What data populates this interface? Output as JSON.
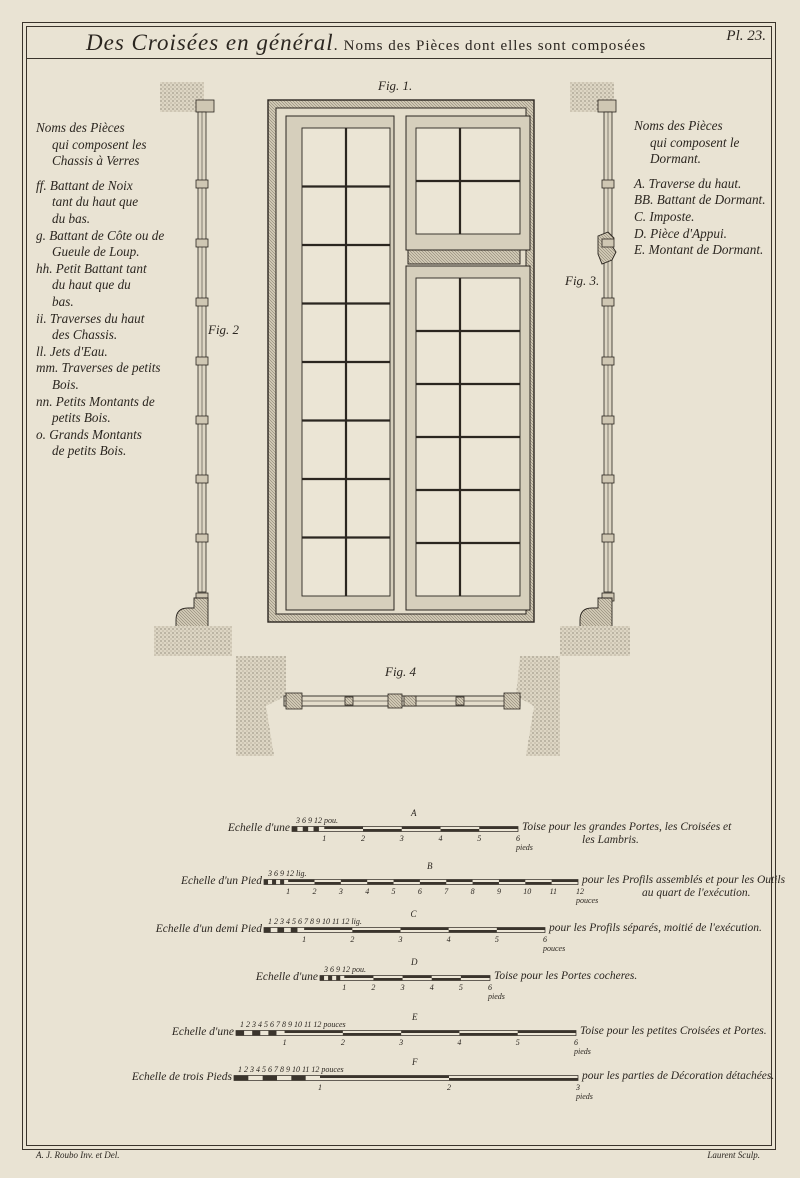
{
  "header": {
    "title": "Des Croisées en général",
    "subtitle": "Noms des Pièces dont elles sont composées",
    "plate_number": "Pl. 23."
  },
  "figures": {
    "fig1": "Fig. 1.",
    "fig2": "Fig. 2",
    "fig3": "Fig. 3.",
    "fig4": "Fig. 4"
  },
  "legend_left": {
    "heading": [
      "Noms des Pièces",
      "qui composent les",
      "Chassis à Verres"
    ],
    "items": [
      [
        "ff. Battant de Noix",
        "tant du haut que",
        "du bas."
      ],
      [
        "g. Battant de Côte ou de",
        "Gueule de Loup."
      ],
      [
        "hh. Petit Battant tant",
        "du haut que du",
        "bas."
      ],
      [
        "ii. Traverses du haut",
        "des Chassis."
      ],
      [
        "ll. Jets d'Eau."
      ],
      [
        "mm. Traverses de petits",
        "Bois."
      ],
      [
        "nn. Petits Montants de",
        "petits Bois."
      ],
      [
        "o. Grands Montants",
        "de petits Bois."
      ]
    ]
  },
  "legend_right": {
    "heading": [
      "Noms des Pièces",
      "qui composent le",
      "Dormant."
    ],
    "items": [
      "A. Traverse du haut.",
      "BB. Battant de Dormant.",
      "C. Imposte.",
      "D. Pièce d'Appui.",
      "E. Montant de Dormant."
    ]
  },
  "scales": [
    {
      "letter": "A",
      "label": "Echelle d'une",
      "sub": "3 6 9 12 pou.",
      "ticks": [
        "1",
        "2",
        "3",
        "4",
        "5",
        "6"
      ],
      "end_unit": "pieds",
      "desc": [
        "Toise pour les grandes Portes, les Croisées et",
        "les Lambris."
      ]
    },
    {
      "letter": "B",
      "label": "Echelle d'un Pied",
      "sub": "3 6 9 12 lig.",
      "ticks": [
        "1",
        "2",
        "3",
        "4",
        "5",
        "6",
        "7",
        "8",
        "9",
        "10",
        "11",
        "12"
      ],
      "end_unit": "pouces",
      "desc": [
        "pour les Profils assemblés et pour les Outils",
        "au quart de l'exécution."
      ]
    },
    {
      "letter": "C",
      "label": "Echelle d'un demi Pied",
      "sub": "1 2 3 4 5 6 7 8 9 10 11 12 lig.",
      "ticks": [
        "1",
        "2",
        "3",
        "4",
        "5",
        "6"
      ],
      "end_unit": "pouces",
      "desc": [
        "pour les Profils séparés, moitié de l'exécution."
      ]
    },
    {
      "letter": "D",
      "label": "Echelle d'une",
      "sub": "3 6 9 12 pou.",
      "ticks": [
        "1",
        "2",
        "3",
        "4",
        "5",
        "6"
      ],
      "end_unit": "pieds",
      "desc": [
        "Toise pour les Portes cocheres."
      ]
    },
    {
      "letter": "E",
      "label": "Echelle d'une",
      "sub": "1 2 3 4 5 6 7 8 9 10 11 12 pouces",
      "ticks": [
        "1",
        "2",
        "3",
        "4",
        "5",
        "6"
      ],
      "end_unit": "pieds",
      "desc": [
        "Toise pour les petites Croisées et Portes."
      ]
    },
    {
      "letter": "F",
      "label": "Echelle de trois Pieds",
      "sub": "1 2 3 4 5 6 7 8 9 10 11 12 pouces",
      "ticks": [
        "1",
        "2",
        "3"
      ],
      "end_unit": "pieds",
      "desc": [
        "pour les parties de Décoration détachées."
      ]
    }
  ],
  "credits": {
    "left": "A. J. Roubo Inv. et Del.",
    "right": "Laurent Sculp."
  }
}
